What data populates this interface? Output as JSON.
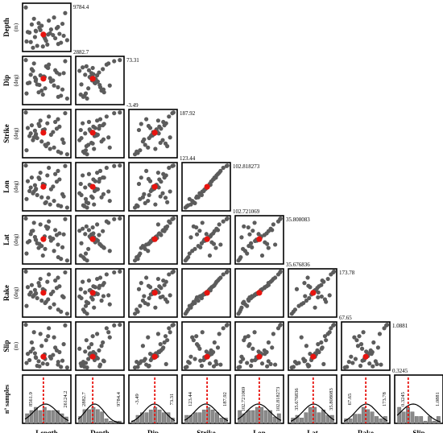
{
  "chart_data": {
    "type": "scatter",
    "title": "",
    "parameters": [
      {
        "key": "length",
        "name": "Length",
        "unit": "",
        "min": "8561.9",
        "max": "26124.2",
        "range": [
          8561.9,
          26124.2
        ]
      },
      {
        "key": "depth",
        "name": "Depth",
        "unit": "(m)",
        "min": "2882.7",
        "max": "9784.4",
        "range": [
          2882.7,
          9784.4
        ]
      },
      {
        "key": "dip",
        "name": "Dip",
        "unit": "(deg)",
        "min": "-3.49",
        "max": "73.31",
        "range": [
          -3.49,
          73.31
        ]
      },
      {
        "key": "strike",
        "name": "Strike",
        "unit": "(deg)",
        "min": "123.44",
        "max": "187.92",
        "range": [
          123.44,
          187.92
        ]
      },
      {
        "key": "lon",
        "name": "Lon",
        "unit": "(deg)",
        "min": "102.721069",
        "max": "102.818273",
        "range": [
          102.721069,
          102.818273
        ]
      },
      {
        "key": "lat",
        "name": "Lat",
        "unit": "(deg)",
        "min": "35.676836",
        "max": "35.808083",
        "range": [
          35.676836,
          35.808083
        ]
      },
      {
        "key": "rake",
        "name": "Rake",
        "unit": "(deg)",
        "min": "67.65",
        "max": "173.78",
        "range": [
          67.65,
          173.78
        ]
      },
      {
        "key": "slip",
        "name": "Slip",
        "unit": "(m)",
        "min": "0.3245",
        "max": "1.0881",
        "range": [
          0.3245,
          1.0881
        ]
      }
    ],
    "histogram_ylabel": "nº samples",
    "best_fit": {
      "length": 16000,
      "depth": 5200,
      "dip": 38,
      "strike": 157,
      "lon": 102.7695,
      "lat": 35.7445,
      "rake": 121,
      "slip": 0.52
    },
    "samples": [
      {
        "length": 9200,
        "depth": 4100,
        "dip": 12,
        "strike": 131,
        "lon": 102.7421,
        "lat": 35.7012,
        "rake": 89,
        "slip": 0.41
      },
      {
        "length": 11300,
        "depth": 6800,
        "dip": 55,
        "strike": 168,
        "lon": 102.7902,
        "lat": 35.7688,
        "rake": 140,
        "slip": 0.77
      },
      {
        "length": 13500,
        "depth": 3400,
        "dip": 28,
        "strike": 149,
        "lon": 102.751,
        "lat": 35.7321,
        "rake": 108,
        "slip": 0.36
      },
      {
        "length": 14800,
        "depth": 5900,
        "dip": 44,
        "strike": 175,
        "lon": 102.801,
        "lat": 35.789,
        "rake": 155,
        "slip": 0.92
      },
      {
        "length": 16700,
        "depth": 4500,
        "dip": 21,
        "strike": 139,
        "lon": 102.733,
        "lat": 35.715,
        "rake": 96,
        "slip": 0.48
      },
      {
        "length": 18200,
        "depth": 7400,
        "dip": 63,
        "strike": 181,
        "lon": 102.812,
        "lat": 35.798,
        "rake": 166,
        "slip": 1.02
      },
      {
        "length": 19900,
        "depth": 5100,
        "dip": 35,
        "strike": 158,
        "lon": 102.77,
        "lat": 35.746,
        "rake": 124,
        "slip": 0.55
      },
      {
        "length": 21400,
        "depth": 6200,
        "dip": 49,
        "strike": 163,
        "lon": 102.781,
        "lat": 35.757,
        "rake": 133,
        "slip": 0.63
      },
      {
        "length": 23100,
        "depth": 3900,
        "dip": 8,
        "strike": 127,
        "lon": 102.726,
        "lat": 35.685,
        "rake": 75,
        "slip": 0.34
      },
      {
        "length": 24800,
        "depth": 8600,
        "dip": 69,
        "strike": 186,
        "lon": 102.816,
        "lat": 35.805,
        "rake": 171,
        "slip": 1.07
      },
      {
        "length": 10400,
        "depth": 5500,
        "dip": 31,
        "strike": 152,
        "lon": 102.76,
        "lat": 35.739,
        "rake": 117,
        "slip": 0.46
      },
      {
        "length": 12600,
        "depth": 4800,
        "dip": 40,
        "strike": 160,
        "lon": 102.773,
        "lat": 35.751,
        "rake": 128,
        "slip": 0.58
      },
      {
        "length": 15300,
        "depth": 6600,
        "dip": 17,
        "strike": 144,
        "lon": 102.746,
        "lat": 35.724,
        "rake": 102,
        "slip": 0.71
      },
      {
        "length": 17600,
        "depth": 3600,
        "dip": 58,
        "strike": 171,
        "lon": 102.795,
        "lat": 35.776,
        "rake": 148,
        "slip": 0.39
      },
      {
        "length": 20300,
        "depth": 7900,
        "dip": 26,
        "strike": 135,
        "lon": 102.738,
        "lat": 35.709,
        "rake": 93,
        "slip": 0.86
      },
      {
        "length": 22500,
        "depth": 5300,
        "dip": 46,
        "strike": 166,
        "lon": 102.786,
        "lat": 35.762,
        "rake": 137,
        "slip": 0.6
      },
      {
        "length": 25600,
        "depth": 4300,
        "dip": 3,
        "strike": 125,
        "lon": 102.723,
        "lat": 35.68,
        "rake": 70,
        "slip": 0.33
      },
      {
        "length": 8900,
        "depth": 9500,
        "dip": 71,
        "strike": 187,
        "lon": 102.817,
        "lat": 35.807,
        "rake": 173,
        "slip": 1.08
      },
      {
        "length": 13000,
        "depth": 5700,
        "dip": 37,
        "strike": 155,
        "lon": 102.765,
        "lat": 35.742,
        "rake": 120,
        "slip": 0.5
      },
      {
        "length": 16200,
        "depth": 4900,
        "dip": 42,
        "strike": 159,
        "lon": 102.772,
        "lat": 35.748,
        "rake": 126,
        "slip": 0.53
      },
      {
        "length": 19100,
        "depth": 6000,
        "dip": 33,
        "strike": 154,
        "lon": 102.764,
        "lat": 35.74,
        "rake": 118,
        "slip": 0.49
      },
      {
        "length": 11800,
        "depth": 3100,
        "dip": 52,
        "strike": 146,
        "lon": 102.755,
        "lat": 35.77,
        "rake": 112,
        "slip": 0.66
      },
      {
        "length": 14100,
        "depth": 7000,
        "dip": 14,
        "strike": 170,
        "lon": 102.79,
        "lat": 35.718,
        "rake": 145,
        "slip": 0.44
      },
      {
        "length": 17100,
        "depth": 4200,
        "dip": 60,
        "strike": 137,
        "lon": 102.735,
        "lat": 35.783,
        "rake": 99,
        "slip": 0.81
      },
      {
        "length": 21900,
        "depth": 6400,
        "dip": 23,
        "strike": 177,
        "lon": 102.805,
        "lat": 35.728,
        "rake": 158,
        "slip": 0.38
      },
      {
        "length": 24200,
        "depth": 5000,
        "dip": 48,
        "strike": 142,
        "lon": 102.748,
        "lat": 35.759,
        "rake": 110,
        "slip": 0.74
      },
      {
        "length": 9700,
        "depth": 5600,
        "dip": 30,
        "strike": 164,
        "lon": 102.782,
        "lat": 35.735,
        "rake": 135,
        "slip": 0.57
      },
      {
        "length": 12200,
        "depth": 7700,
        "dip": 65,
        "strike": 150,
        "lon": 102.759,
        "lat": 35.794,
        "rake": 115,
        "slip": 0.95
      },
      {
        "length": 15800,
        "depth": 3300,
        "dip": 10,
        "strike": 161,
        "lon": 102.776,
        "lat": 35.695,
        "rake": 130,
        "slip": 0.4
      },
      {
        "length": 18700,
        "depth": 5400,
        "dip": 39,
        "strike": 133,
        "lon": 102.73,
        "lat": 35.75,
        "rake": 85,
        "slip": 0.52
      },
      {
        "length": 20800,
        "depth": 4600,
        "dip": 53,
        "strike": 173,
        "lon": 102.798,
        "lat": 35.772,
        "rake": 151,
        "slip": 0.68
      },
      {
        "length": 23700,
        "depth": 6900,
        "dip": 19,
        "strike": 147,
        "lon": 102.753,
        "lat": 35.72,
        "rake": 113,
        "slip": 0.45
      },
      {
        "length": 10900,
        "depth": 4000,
        "dip": 45,
        "strike": 156,
        "lon": 102.768,
        "lat": 35.76,
        "rake": 122,
        "slip": 0.61
      },
      {
        "length": 14400,
        "depth": 6300,
        "dip": 27,
        "strike": 167,
        "lon": 102.787,
        "lat": 35.73,
        "rake": 138,
        "slip": 0.35
      },
      {
        "length": 17900,
        "depth": 5200,
        "dip": 57,
        "strike": 141,
        "lon": 102.745,
        "lat": 35.78,
        "rake": 105,
        "slip": 0.88
      },
      {
        "length": 22000,
        "depth": 3700,
        "dip": 6,
        "strike": 129,
        "lon": 102.728,
        "lat": 35.69,
        "rake": 80,
        "slip": 0.43
      },
      {
        "length": 12900,
        "depth": 5800,
        "dip": 34,
        "strike": 153,
        "lon": 102.763,
        "lat": 35.743,
        "rake": 119,
        "slip": 0.51
      },
      {
        "length": 16500,
        "depth": 4700,
        "dip": 41,
        "strike": 162,
        "lon": 102.774,
        "lat": 35.753,
        "rake": 127,
        "slip": 0.56
      }
    ]
  }
}
